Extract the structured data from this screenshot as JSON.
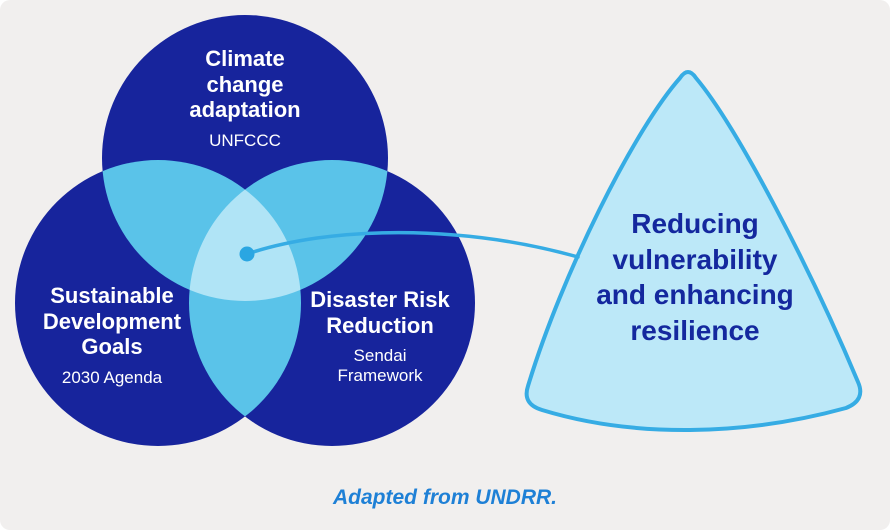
{
  "figure": {
    "background": "#f1efee",
    "circles": [
      {
        "id": "climate-change-adaptation",
        "title": "Climate\nchange\nadaptation",
        "subtitle": "UNFCCC"
      },
      {
        "id": "sustainable-development-goals",
        "title": "Sustainable\nDevelopment\nGoals",
        "subtitle": "2030 Agenda"
      },
      {
        "id": "disaster-risk-reduction",
        "title": "Disaster Risk\nReduction",
        "subtitle": "Sendai\nFramework"
      }
    ],
    "callout": {
      "label": "Reducing\nvulnerability\nand enhancing\nresilience"
    },
    "caption": "Adapted from UNDRR.",
    "colors": {
      "circle_fill": "#17249c",
      "overlap_fill": "#5ac3e9",
      "core_fill": "#b0e4f6",
      "callout_fill": "#bce8f8",
      "callout_stroke": "#36ace4",
      "connector_stroke": "#36ace4",
      "connector_dot": "#2aa6e2",
      "circle_text": "#ffffff",
      "callout_text": "#14289e",
      "caption_text": "#1e80d6"
    }
  }
}
